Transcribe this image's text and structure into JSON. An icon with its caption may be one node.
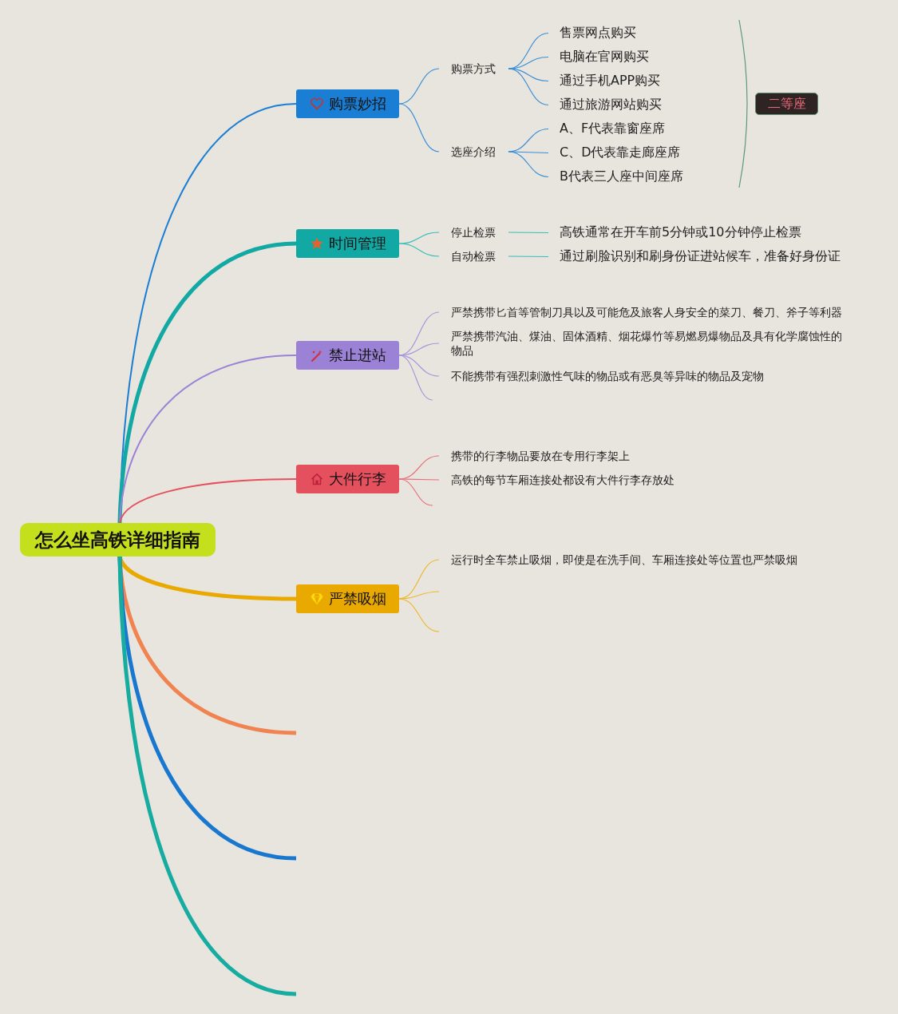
{
  "diagram": {
    "nodes": [
      {
        "text": [
          "怎么坐高铁详细指南"
        ]
      },
      {
        "text": [
          "购票妙招"
        ]
      },
      {
        "text": [
          "购票方式"
        ]
      },
      {
        "text": [
          "售票网点购买"
        ]
      },
      {
        "text": [
          "电脑在官网购买"
        ]
      },
      {
        "text": [
          "通过手机APP购买"
        ]
      },
      {
        "text": [
          "通过旅游网站购买"
        ]
      },
      {
        "text": [
          "选座介绍"
        ]
      },
      {
        "text": [
          "A、F代表靠窗座席"
        ]
      },
      {
        "text": [
          "C、D代表靠走廊座席"
        ]
      },
      {
        "text": [
          "B代表三人座中间座席"
        ]
      },
      {
        "text": [
          "二等座"
        ]
      },
      {
        "text": [
          "时间管理"
        ]
      },
      {
        "text": [
          "停止检票"
        ]
      },
      {
        "text": [
          "高铁通常在开车前5分钟或10分钟停止检票"
        ]
      },
      {
        "text": [
          "自动检票"
        ]
      },
      {
        "text": [
          "通过刷脸识别和刷身份证进站候车，准备好身份证"
        ]
      },
      {
        "text": [
          "禁止进站"
        ]
      },
      {
        "text": [
          "严禁携带匕首等管制刀具以及可能危及旅客人身安全的菜刀、餐刀、斧子等利器"
        ]
      },
      {
        "text": [
          "严禁携带汽油、煤油、固体酒精、烟花爆竹等易燃易爆物品及具有化学腐蚀性的物品"
        ]
      },
      {
        "text": [
          "不能携带有强烈刺激性气味的物品或有恶臭等异味的物品及宠物"
        ]
      },
      {
        "text": [
          "大件行李"
        ]
      },
      {
        "text": [
          "携带的行李物品要放在专用行李架上"
        ]
      },
      {
        "text": [
          "高铁的每节车厢连接处都设有大件行李存放处"
        ]
      },
      {
        "text": [
          "严禁吸烟"
        ]
      },
      {
        "text": [
          "运行时全车禁止吸烟，即使是在洗手间、车厢连接处等位置也严禁吸烟"
        ]
      }
    ],
    "edges": [
      {
        "from": 0,
        "to": 1,
        "arrow": "none",
        "color": "#1a7fd4"
      },
      {
        "from": 1,
        "to": 2,
        "arrow": "none",
        "color": "#3a8fd8"
      },
      {
        "from": 2,
        "to": 3,
        "arrow": "none",
        "color": "#3a8fd8"
      },
      {
        "from": 2,
        "to": 4,
        "arrow": "none",
        "color": "#3a8fd8"
      },
      {
        "from": 2,
        "to": 5,
        "arrow": "none",
        "color": "#3a8fd8"
      },
      {
        "from": 2,
        "to": 6,
        "arrow": "none",
        "color": "#3a8fd8"
      },
      {
        "from": 1,
        "to": 7,
        "arrow": "none",
        "color": "#3a8fd8"
      },
      {
        "from": 7,
        "to": 8,
        "arrow": "none",
        "color": "#3a8fd8"
      },
      {
        "from": 7,
        "to": 9,
        "arrow": "none",
        "color": "#3a8fd8"
      },
      {
        "from": 7,
        "to": 10,
        "arrow": "none",
        "color": "#3a8fd8"
      },
      {
        "from": 0,
        "to": 12,
        "arrow": "none",
        "style": "thick",
        "color": "#12a9a4"
      },
      {
        "from": 12,
        "to": 13,
        "arrow": "none",
        "color": "#3bbdb8"
      },
      {
        "from": 13,
        "to": 14,
        "arrow": "none",
        "color": "#3bbdb8"
      },
      {
        "from": 12,
        "to": 15,
        "arrow": "none",
        "color": "#3bbdb8"
      },
      {
        "from": 15,
        "to": 16,
        "arrow": "none",
        "color": "#3bbdb8"
      },
      {
        "from": 0,
        "to": 17,
        "arrow": "none",
        "color": "#9b82d6"
      },
      {
        "from": 17,
        "to": 18,
        "arrow": "none",
        "color": "#a995dc"
      },
      {
        "from": 17,
        "to": 19,
        "arrow": "none",
        "color": "#a995dc"
      },
      {
        "from": 17,
        "to": 20,
        "arrow": "none",
        "color": "#a995dc"
      },
      {
        "from": 17,
        "to": null,
        "arrow": "none",
        "color": "#a995dc"
      },
      {
        "from": 0,
        "to": 21,
        "arrow": "none",
        "color": "#e5505f"
      },
      {
        "from": 21,
        "to": 22,
        "arrow": "none",
        "color": "#e8707c"
      },
      {
        "from": 21,
        "to": 23,
        "arrow": "none",
        "color": "#e8707c"
      },
      {
        "from": 21,
        "to": null,
        "arrow": "none",
        "color": "#e8707c"
      },
      {
        "from": 0,
        "to": 24,
        "arrow": "none",
        "style": "thick",
        "color": "#eaa900"
      },
      {
        "from": 24,
        "to": 25,
        "arrow": "none",
        "color": "#edb830"
      },
      {
        "from": 24,
        "to": null,
        "arrow": "none",
        "color": "#edb830"
      },
      {
        "from": 24,
        "to": null,
        "arrow": "none",
        "color": "#edb830"
      },
      {
        "from": 0,
        "to": null,
        "arrow": "none",
        "style": "thick",
        "color": "#f0834f"
      },
      {
        "from": 0,
        "to": null,
        "arrow": "none",
        "style": "thick",
        "color": "#1878d0"
      },
      {
        "from": 0,
        "to": null,
        "arrow": "none",
        "style": "thick",
        "color": "#16ada0"
      }
    ]
  }
}
